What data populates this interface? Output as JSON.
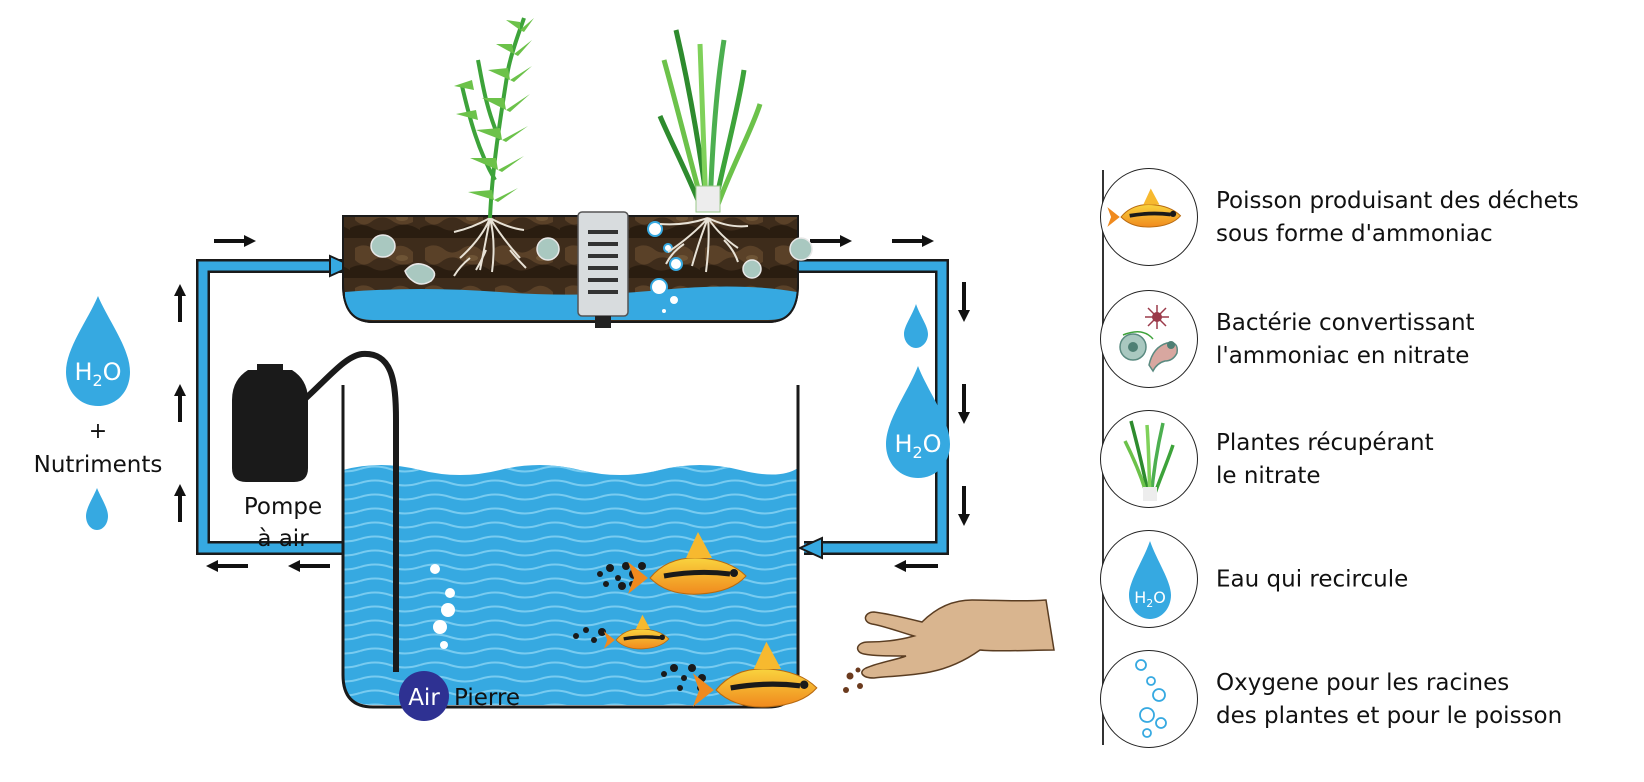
{
  "diagram": {
    "left_label": {
      "plus": "+",
      "nutrients": "Nutriments"
    },
    "h2o": {
      "h": "H",
      "sub": "2",
      "o": "O"
    },
    "pump_label": {
      "line1": "Pompe",
      "line2": "à air"
    },
    "air_badge": "Air",
    "stone_label": "Pierre"
  },
  "legend": [
    {
      "id": "fish",
      "icon": "fish-icon",
      "lines": [
        "Poisson produisant des déchets",
        "sous forme d'ammoniac"
      ]
    },
    {
      "id": "bacteria",
      "icon": "bacteria-icon",
      "lines": [
        "Bactérie convertissant",
        "l'ammoniac en nitrate"
      ]
    },
    {
      "id": "plants",
      "icon": "plant-icon",
      "lines": [
        "Plantes récupérant",
        "le nitrate"
      ]
    },
    {
      "id": "water",
      "icon": "water-drop-icon",
      "lines": [
        "Eau qui recircule"
      ]
    },
    {
      "id": "oxygen",
      "icon": "bubbles-icon",
      "lines": [
        "Oxygene pour les racines",
        "des plantes et pour le poisson"
      ]
    }
  ],
  "colors": {
    "water": "#36A9E1",
    "pipe": "#1E8FD0",
    "soil": "#3B2A1A",
    "plant": "#3DA33A",
    "fish": "#F7B92F",
    "air_badge": "#2E3192",
    "skin": "#D9B58F"
  }
}
